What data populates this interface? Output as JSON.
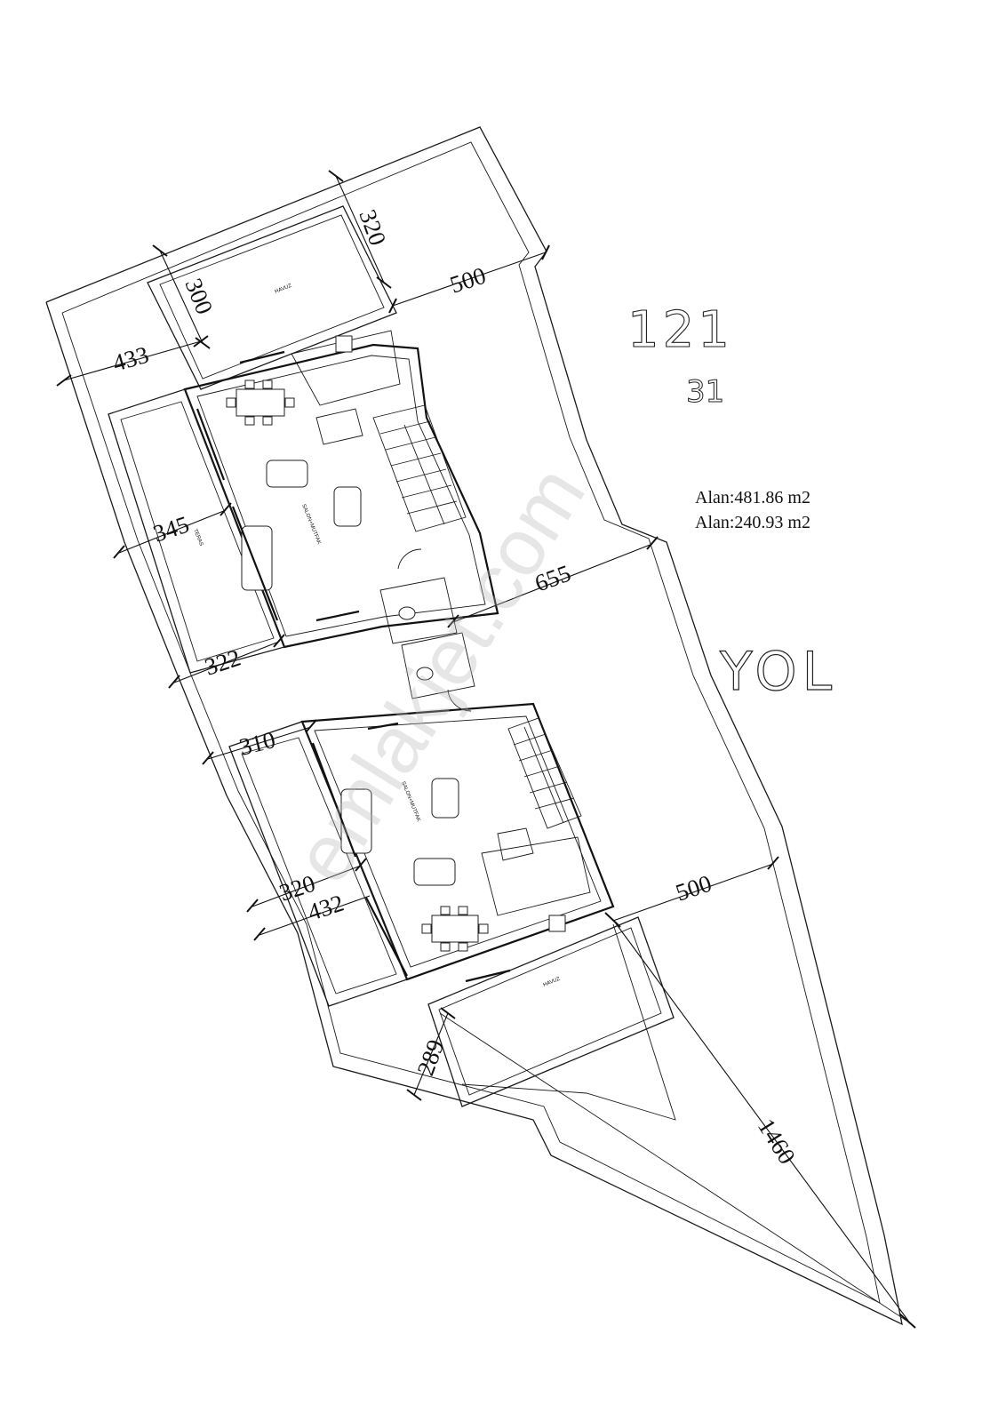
{
  "plot": {
    "number": "121",
    "parcel": "31",
    "road_label": "YOL"
  },
  "areas": [
    "Alan:481.86 m2",
    "Alan:240.93 m2"
  ],
  "dimensions": {
    "d320_top": "320",
    "d300": "300",
    "d500_top": "500",
    "d433": "433",
    "d345": "345",
    "d655": "655",
    "d322": "322",
    "d310": "310",
    "d320_mid": "320",
    "d432": "432",
    "d500_bottom": "500",
    "d289": "289",
    "d1460": "1460"
  },
  "room_labels": {
    "pool_top": "HAVUZ",
    "pool_bottom": "HAVUZ",
    "living_top": "SALON+MUTFAK",
    "living_bottom": "SALON+MUTFAK",
    "terrace": "TERAS"
  },
  "watermark": "emlakjet.com"
}
